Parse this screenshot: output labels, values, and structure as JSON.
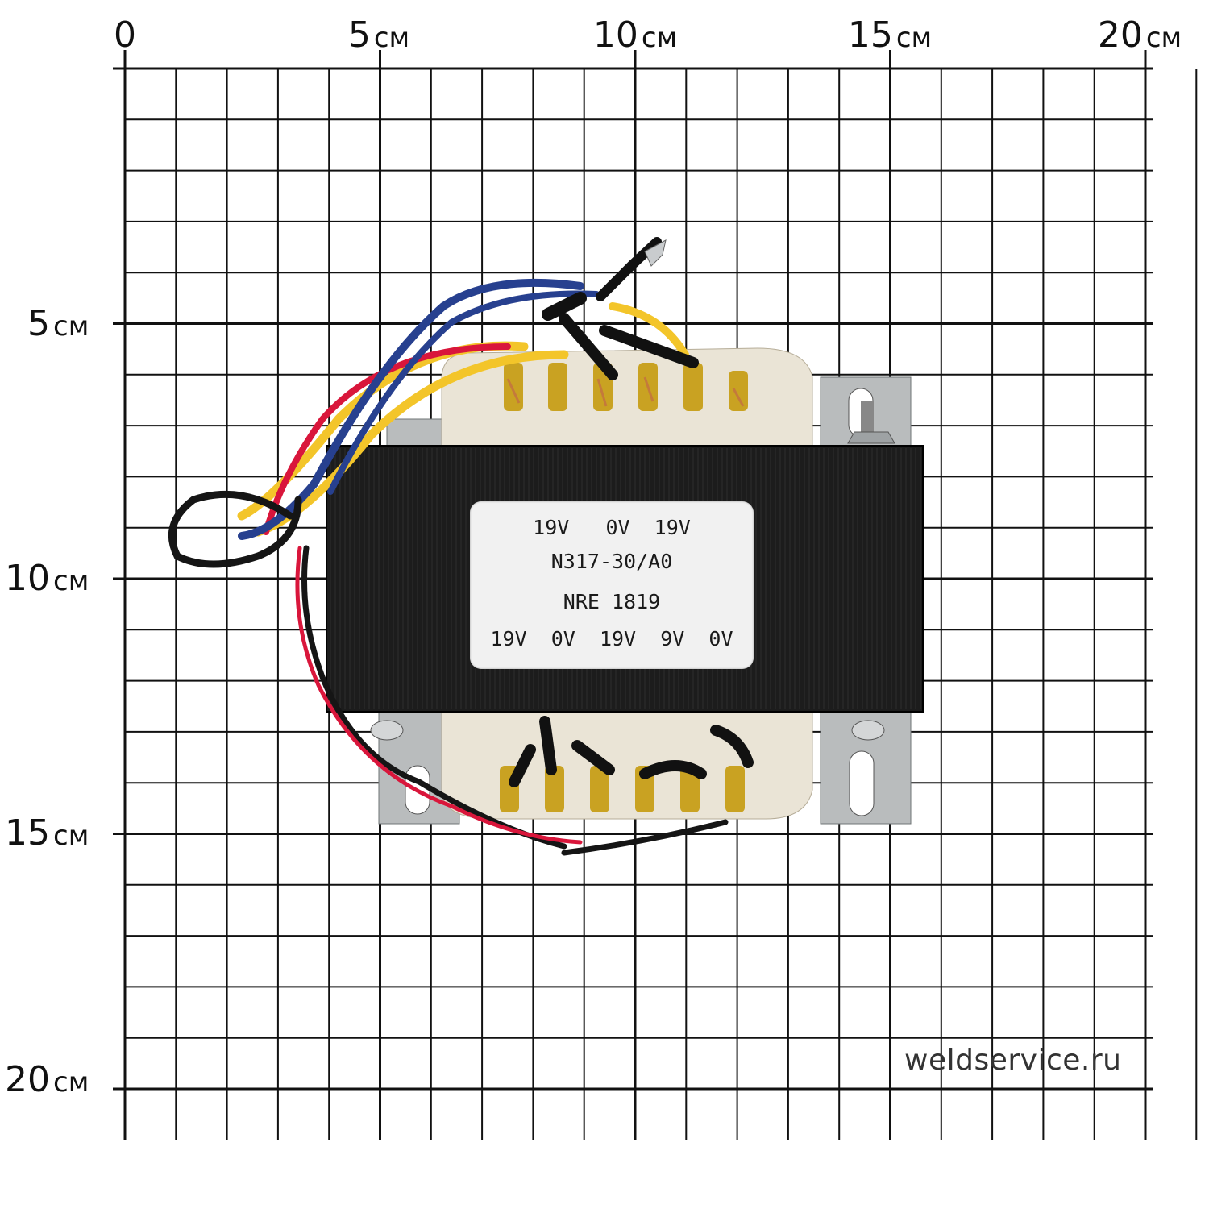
{
  "ruler": {
    "unit": "см",
    "top_ticks": [
      "0",
      "5",
      "10",
      "15",
      "20"
    ],
    "left_ticks": [
      "5",
      "10",
      "15",
      "20"
    ]
  },
  "label": {
    "line1": "19V   0V  19V",
    "line2": "N317-30/A0",
    "line3": "NRE 1819",
    "line4": "19V  0V  19V  9V  0V"
  },
  "watermark": "weldservice.ru",
  "colors": {
    "grid": "#111111",
    "core": "#1c1c1c",
    "bobbin": "#eae4d6",
    "bracket": "#b9bcbd",
    "label_bg": "#f1f1f1",
    "wire_yellow": "#f3c52a",
    "wire_red": "#d9163b",
    "wire_blue": "#27408f",
    "wire_black": "#151515",
    "copper": "#c47a3b"
  }
}
